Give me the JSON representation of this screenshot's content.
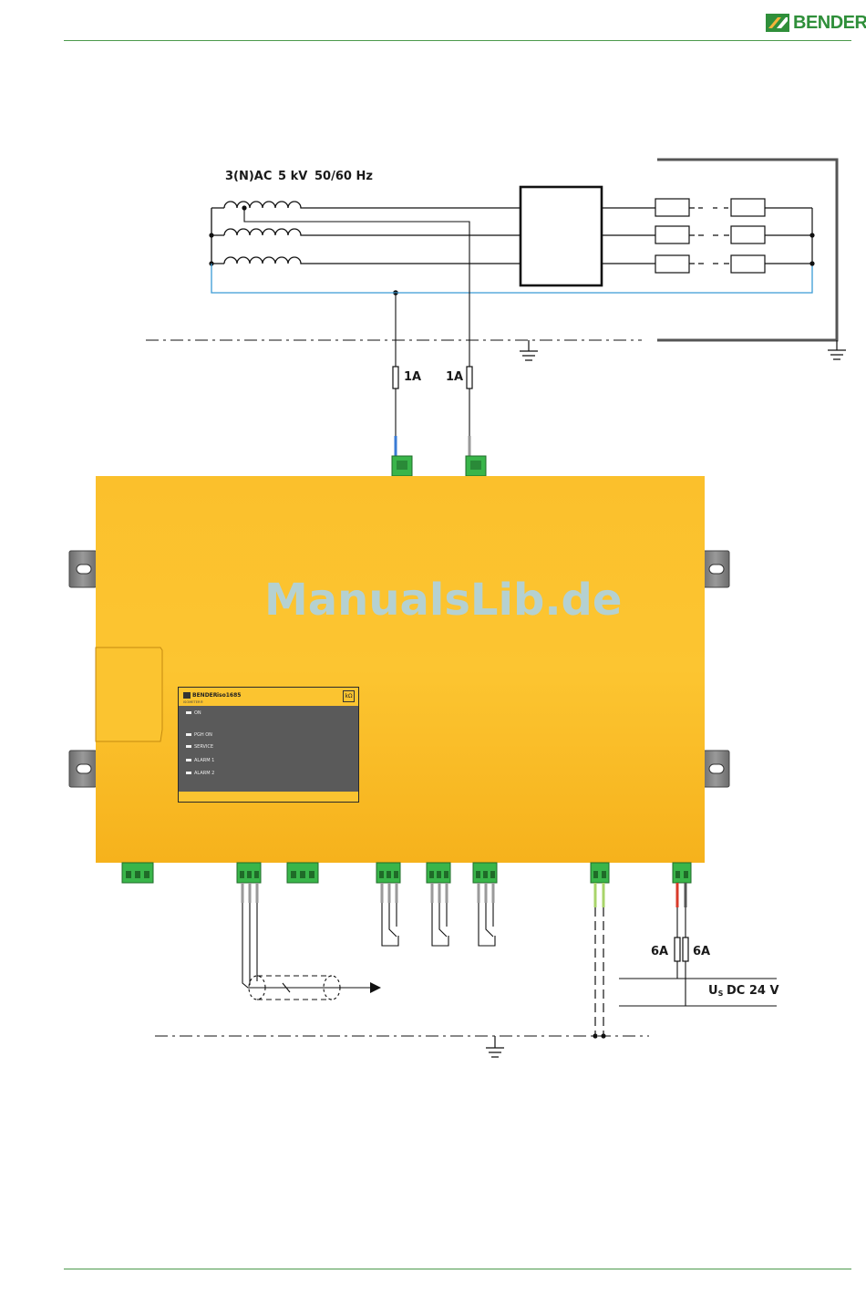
{
  "header": {
    "brand": "BENDER"
  },
  "supply": {
    "label_type": "3(N)AC",
    "label_voltage": "5 kV",
    "label_freq": "50/60 Hz"
  },
  "fuses": {
    "left": "1A",
    "right": "1A",
    "supply_left": "6A",
    "supply_right": "6A"
  },
  "power_supply": {
    "label_u": "U",
    "label_sub": "S",
    "label_value": "DC 24 V"
  },
  "device": {
    "brand": "BENDER",
    "model": "iso1685",
    "subtitle": "ISOMETER®",
    "unit_symbol": "kΩ",
    "leds": [
      "ON",
      "PGH ON",
      "SERVICE",
      "ALARM 1",
      "ALARM 2"
    ]
  },
  "watermark": "ManualsLib.de",
  "colors": {
    "housing": "#fbc430",
    "brand_green": "#2f8f3a",
    "rule_green": "#4c9a4c",
    "pe_line": "#3a9bd5",
    "terminal_green": "#39b54a"
  }
}
